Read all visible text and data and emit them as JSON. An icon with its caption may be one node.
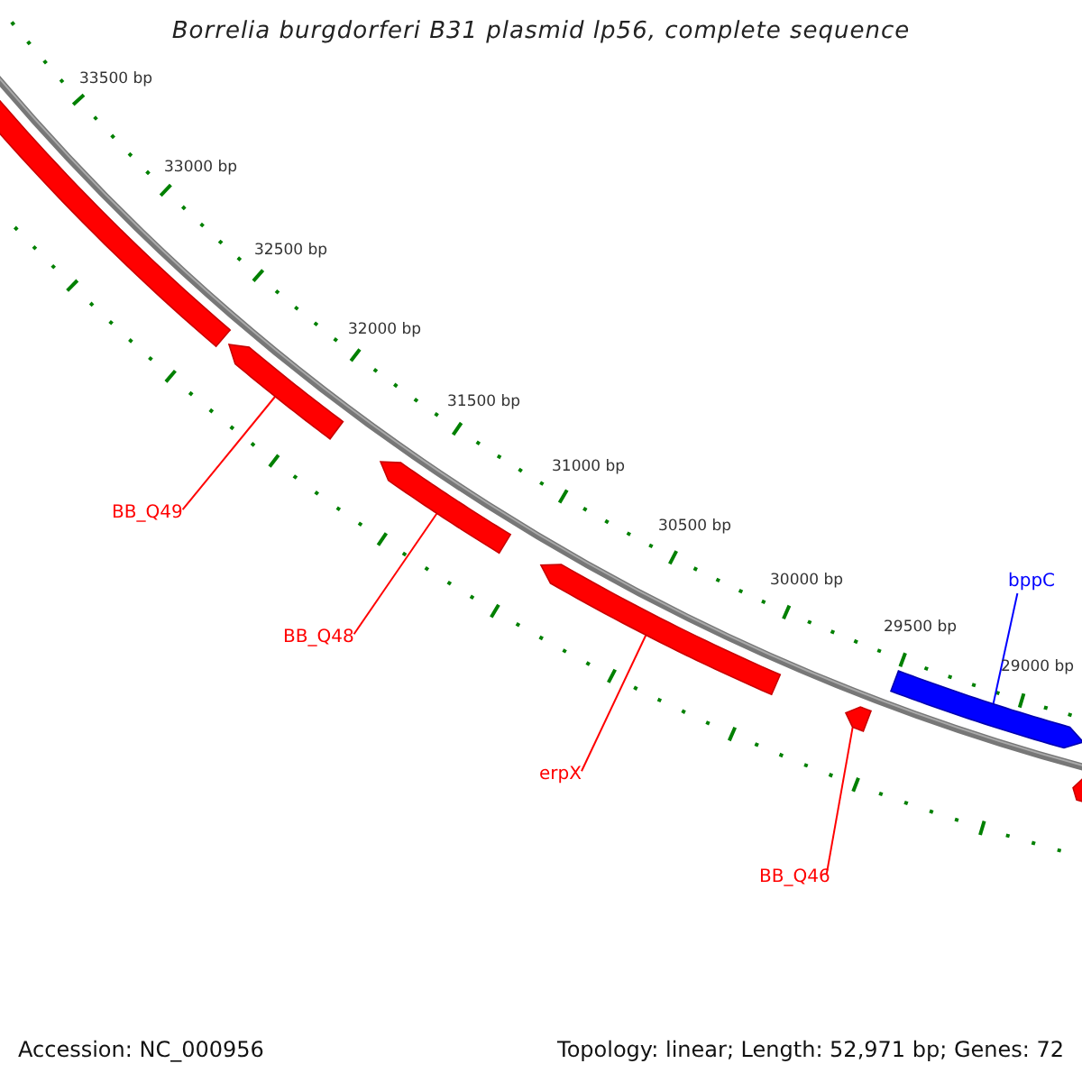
{
  "diagram": {
    "title": "Borrelia burgdorferi B31 plasmid lp56, complete sequence",
    "nodes": [
      {
        "text": [],
        "shape": "bar"
      },
      {
        "text": [],
        "shape": "bar"
      },
      {
        "text": [],
        "shape": "bar"
      },
      {
        "text": [],
        "shape": "bar"
      },
      {
        "text": [],
        "shape": "bar"
      },
      {
        "text": [],
        "shape": "bar"
      },
      {
        "text": [],
        "shape": "bar"
      },
      {
        "text": [
          "BB_Q49"
        ]
      },
      {
        "text": [
          "BB_Q48"
        ]
      },
      {
        "text": [
          "erpX"
        ]
      },
      {
        "text": [
          "BB_Q46"
        ]
      },
      {
        "text": [
          "bppC"
        ]
      }
    ],
    "edges": [
      {
        "from": 7,
        "to": 1,
        "arrow": "none"
      },
      {
        "from": 8,
        "to": 2,
        "arrow": "none"
      },
      {
        "from": 9,
        "to": 3,
        "arrow": "none"
      },
      {
        "from": 10,
        "to": 4,
        "arrow": "none"
      },
      {
        "from": 11,
        "to": 5,
        "arrow": "none",
        "color": "#0000ff"
      }
    ],
    "labels": [
      "33500 bp",
      "33000 bp",
      "32500 bp",
      "32000 bp",
      "31500 bp",
      "31000 bp",
      "30500 bp",
      "30000 bp",
      "29500 bp",
      "29000 bp",
      "Accession: NC_000956",
      "Topology: linear; Length: 52,971 bp; Genes: 72"
    ]
  }
}
